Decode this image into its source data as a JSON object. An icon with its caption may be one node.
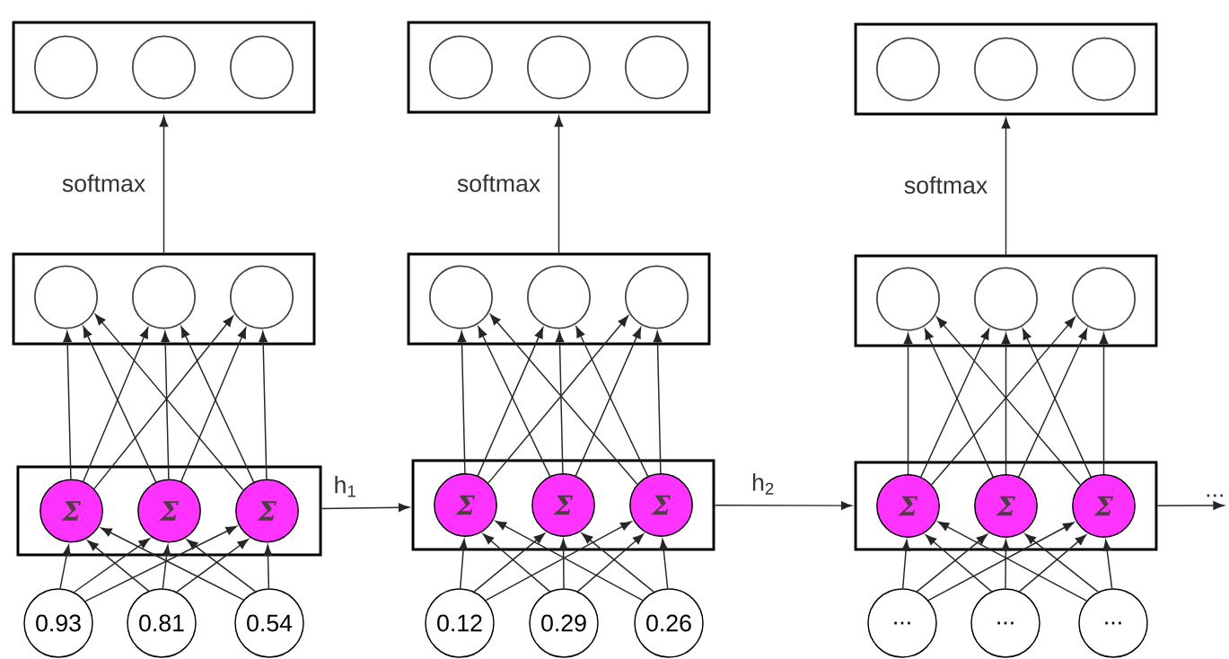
{
  "diagram": {
    "nodes": [
      {
        "text": [],
        "shape": "box"
      },
      {
        "text": [],
        "shape": "circle",
        "in": 0
      },
      {
        "text": [],
        "shape": "circle",
        "in": 0
      },
      {
        "text": [],
        "shape": "circle",
        "in": 0
      },
      {
        "text": [],
        "shape": "box"
      },
      {
        "text": [],
        "shape": "circle",
        "in": 4
      },
      {
        "text": [],
        "shape": "circle",
        "in": 4
      },
      {
        "text": [],
        "shape": "circle",
        "in": 4
      },
      {
        "text": [],
        "shape": "box"
      },
      {
        "text": [
          "Σ"
        ],
        "in": 8
      },
      {
        "text": [
          "Σ"
        ],
        "in": 8
      },
      {
        "text": [
          "Σ"
        ],
        "in": 8
      },
      {
        "text": [
          "0.93"
        ]
      },
      {
        "text": [
          "0.81"
        ]
      },
      {
        "text": [
          "0.54"
        ]
      },
      {
        "text": [],
        "shape": "box"
      },
      {
        "text": [],
        "shape": "circle",
        "in": 15
      },
      {
        "text": [],
        "shape": "circle",
        "in": 15
      },
      {
        "text": [],
        "shape": "circle",
        "in": 15
      },
      {
        "text": [],
        "shape": "box"
      },
      {
        "text": [],
        "shape": "circle",
        "in": 19
      },
      {
        "text": [],
        "shape": "circle",
        "in": 19
      },
      {
        "text": [],
        "shape": "circle",
        "in": 19
      },
      {
        "text": [],
        "shape": "box"
      },
      {
        "text": [
          "Σ"
        ],
        "in": 23
      },
      {
        "text": [
          "Σ"
        ],
        "in": 23
      },
      {
        "text": [
          "Σ"
        ],
        "in": 23
      },
      {
        "text": [
          "0.12"
        ]
      },
      {
        "text": [
          "0.29"
        ]
      },
      {
        "text": [
          "0.26"
        ]
      },
      {
        "text": [],
        "shape": "box"
      },
      {
        "text": [],
        "shape": "circle",
        "in": 30
      },
      {
        "text": [],
        "shape": "circle",
        "in": 30
      },
      {
        "text": [],
        "shape": "circle",
        "in": 30
      },
      {
        "text": [],
        "shape": "box"
      },
      {
        "text": [],
        "shape": "circle",
        "in": 34
      },
      {
        "text": [],
        "shape": "circle",
        "in": 34
      },
      {
        "text": [],
        "shape": "circle",
        "in": 34
      },
      {
        "text": [],
        "shape": "box"
      },
      {
        "text": [
          "Σ"
        ],
        "in": 38
      },
      {
        "text": [
          "Σ"
        ],
        "in": 38
      },
      {
        "text": [
          "Σ"
        ],
        "in": 38
      },
      {
        "text": [
          "..."
        ]
      },
      {
        "text": [
          "..."
        ]
      },
      {
        "text": [
          "..."
        ]
      }
    ],
    "edges": [
      {
        "from": 4,
        "to": 0,
        "arrow": "to",
        "label": "softmax"
      },
      {
        "from": 9,
        "to": 5,
        "arrow": "to"
      },
      {
        "from": 9,
        "to": 6,
        "arrow": "to"
      },
      {
        "from": 9,
        "to": 7,
        "arrow": "to"
      },
      {
        "from": 10,
        "to": 5,
        "arrow": "to"
      },
      {
        "from": 10,
        "to": 6,
        "arrow": "to"
      },
      {
        "from": 10,
        "to": 7,
        "arrow": "to"
      },
      {
        "from": 11,
        "to": 5,
        "arrow": "to"
      },
      {
        "from": 11,
        "to": 6,
        "arrow": "to"
      },
      {
        "from": 11,
        "to": 7,
        "arrow": "to"
      },
      {
        "from": 12,
        "to": 9,
        "arrow": "to"
      },
      {
        "from": 12,
        "to": 10,
        "arrow": "to"
      },
      {
        "from": 12,
        "to": 11,
        "arrow": "to"
      },
      {
        "from": 13,
        "to": 9,
        "arrow": "to"
      },
      {
        "from": 13,
        "to": 10,
        "arrow": "to"
      },
      {
        "from": 13,
        "to": 11,
        "arrow": "to"
      },
      {
        "from": 14,
        "to": 9,
        "arrow": "to"
      },
      {
        "from": 14,
        "to": 10,
        "arrow": "to"
      },
      {
        "from": 14,
        "to": 11,
        "arrow": "to"
      },
      {
        "from": 19,
        "to": 15,
        "arrow": "to",
        "label": "softmax"
      },
      {
        "from": 24,
        "to": 20,
        "arrow": "to"
      },
      {
        "from": 24,
        "to": 21,
        "arrow": "to"
      },
      {
        "from": 24,
        "to": 22,
        "arrow": "to"
      },
      {
        "from": 25,
        "to": 20,
        "arrow": "to"
      },
      {
        "from": 25,
        "to": 21,
        "arrow": "to"
      },
      {
        "from": 25,
        "to": 22,
        "arrow": "to"
      },
      {
        "from": 26,
        "to": 20,
        "arrow": "to"
      },
      {
        "from": 26,
        "to": 21,
        "arrow": "to"
      },
      {
        "from": 26,
        "to": 22,
        "arrow": "to"
      },
      {
        "from": 27,
        "to": 24,
        "arrow": "to"
      },
      {
        "from": 27,
        "to": 25,
        "arrow": "to"
      },
      {
        "from": 27,
        "to": 26,
        "arrow": "to"
      },
      {
        "from": 28,
        "to": 24,
        "arrow": "to"
      },
      {
        "from": 28,
        "to": 25,
        "arrow": "to"
      },
      {
        "from": 28,
        "to": 26,
        "arrow": "to"
      },
      {
        "from": 29,
        "to": 24,
        "arrow": "to"
      },
      {
        "from": 29,
        "to": 25,
        "arrow": "to"
      },
      {
        "from": 29,
        "to": 26,
        "arrow": "to"
      },
      {
        "from": 34,
        "to": 30,
        "arrow": "to",
        "label": "softmax"
      },
      {
        "from": 39,
        "to": 35,
        "arrow": "to"
      },
      {
        "from": 39,
        "to": 36,
        "arrow": "to"
      },
      {
        "from": 39,
        "to": 37,
        "arrow": "to"
      },
      {
        "from": 40,
        "to": 35,
        "arrow": "to"
      },
      {
        "from": 40,
        "to": 36,
        "arrow": "to"
      },
      {
        "from": 40,
        "to": 37,
        "arrow": "to"
      },
      {
        "from": 41,
        "to": 35,
        "arrow": "to"
      },
      {
        "from": 41,
        "to": 36,
        "arrow": "to"
      },
      {
        "from": 41,
        "to": 37,
        "arrow": "to"
      },
      {
        "from": 42,
        "to": 39,
        "arrow": "to"
      },
      {
        "from": 42,
        "to": 40,
        "arrow": "to"
      },
      {
        "from": 42,
        "to": 41,
        "arrow": "to"
      },
      {
        "from": 43,
        "to": 39,
        "arrow": "to"
      },
      {
        "from": 43,
        "to": 40,
        "arrow": "to"
      },
      {
        "from": 43,
        "to": 41,
        "arrow": "to"
      },
      {
        "from": 44,
        "to": 39,
        "arrow": "to"
      },
      {
        "from": 44,
        "to": 40,
        "arrow": "to"
      },
      {
        "from": 44,
        "to": 41,
        "arrow": "to"
      },
      {
        "from": 8,
        "to": 23,
        "arrow": "to",
        "label": "h$_{1}$"
      },
      {
        "from": 23,
        "to": 38,
        "arrow": "to",
        "label": "h$_{2}$"
      },
      {
        "from": 38,
        "to": null,
        "arrow": "to",
        "label": "..."
      }
    ]
  }
}
